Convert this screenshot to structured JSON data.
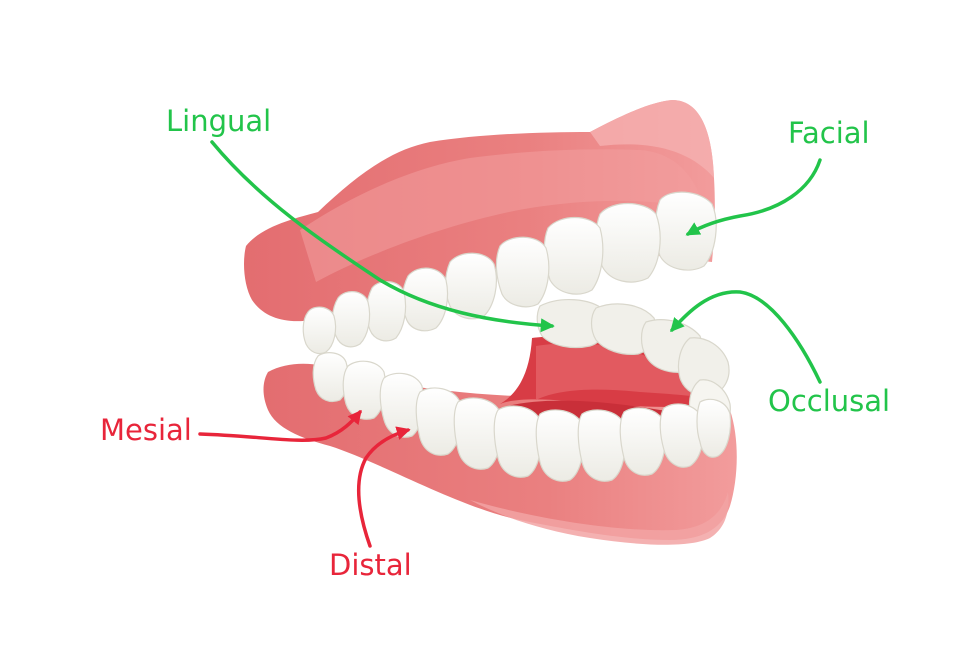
{
  "labels": {
    "lingual": "Lingual",
    "facial": "Facial",
    "occlusal": "Occlusal",
    "mesial": "Mesial",
    "distal": "Distal"
  },
  "colors": {
    "green_label": "#22c44a",
    "red_label": "#e8253a",
    "gum": "#e87878",
    "gum_light": "#f2a3a3",
    "gum_dark": "#d85a5e",
    "mouth_inside": "#d83c45",
    "tooth": "#fbfbf8",
    "tooth_shade": "#e3e1d8"
  }
}
